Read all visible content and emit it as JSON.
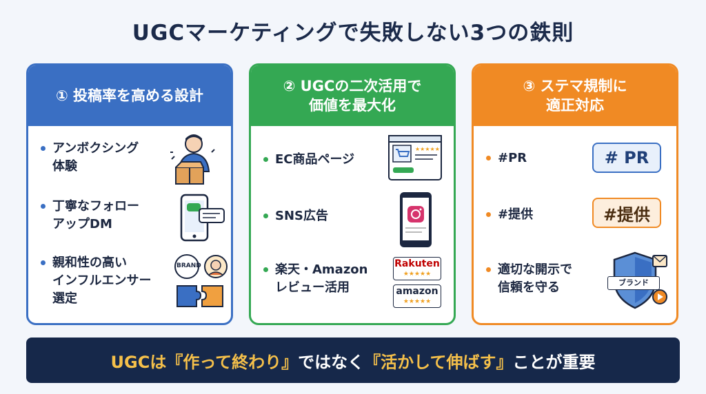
{
  "title": "UGCマーケティングで失敗しない3つの鉄則",
  "cards": [
    {
      "header": "① 投稿率を高める設計",
      "items": [
        {
          "label": "アンボクシング\n体験",
          "icon": "unboxing-person-icon"
        },
        {
          "label": "丁寧なフォロー\nアップDM",
          "icon": "phone-message-icon"
        },
        {
          "label": "親和性の高い\nインフルエンサー\n選定",
          "icon": "brand-influencer-puzzle-icon"
        }
      ],
      "brand_badge": "BRAND",
      "color": "#3a6fc3"
    },
    {
      "header": "② UGCの二次活用で\n価値を最大化",
      "items": [
        {
          "label": "EC商品ページ",
          "icon": "ec-page-icon"
        },
        {
          "label": "SNS広告",
          "icon": "instagram-phone-icon"
        },
        {
          "label": "楽天・Amazon\nレビュー活用",
          "icon": "review-logos-icon"
        }
      ],
      "rakuten_logo": "Rakuten",
      "amazon_logo": "amazon",
      "color": "#34a853"
    },
    {
      "header": "③ ステマ規制に\n適正対応",
      "items": [
        {
          "label": "#PR",
          "icon": "pr-tag"
        },
        {
          "label": "#提供",
          "icon": "teikyo-tag"
        },
        {
          "label": "適切な開示で\n信頼を守る",
          "icon": "shield-brand-icon"
        }
      ],
      "tag_pr": "# PR",
      "tag_teikyo": "#提供",
      "shield_label": "ブランド",
      "color": "#f08a24"
    }
  ],
  "footer": {
    "part1": "UGCは",
    "part2": "『作って終わり』",
    "part3": "ではなく",
    "part4": "『活かして伸ばす』",
    "part5": "ことが重要"
  }
}
